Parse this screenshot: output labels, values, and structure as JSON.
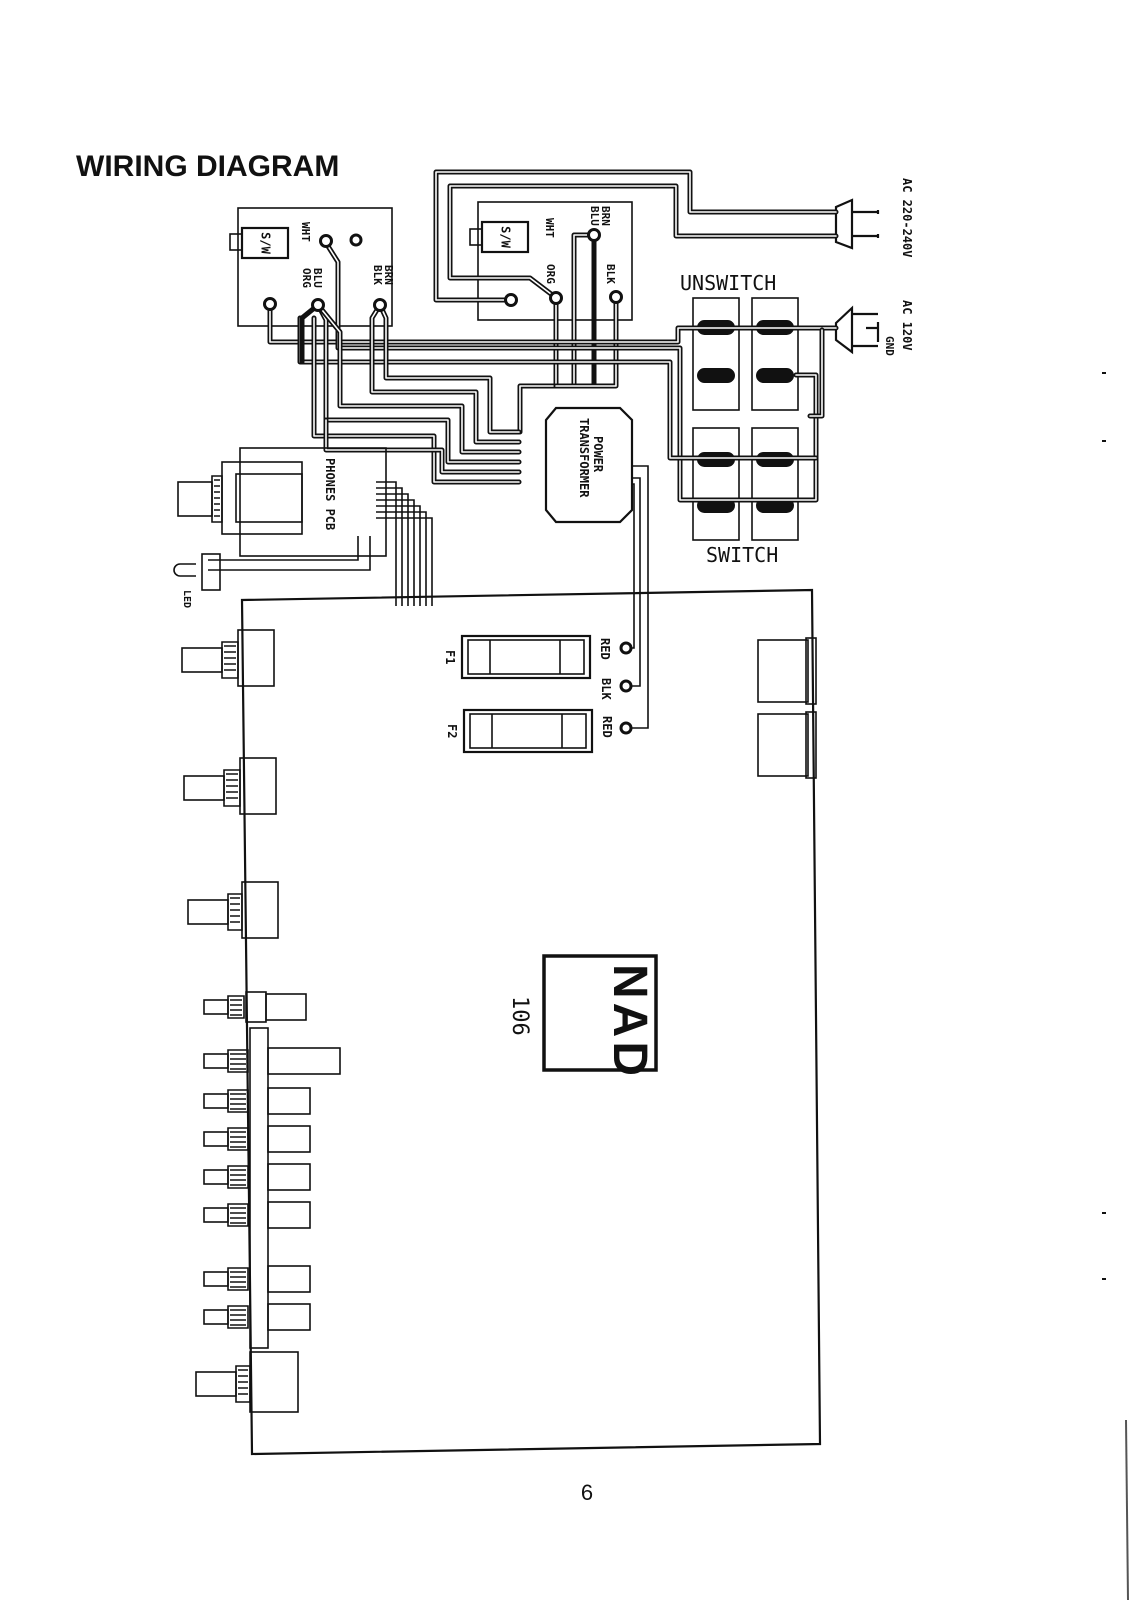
{
  "page": {
    "title": "WIRING DIAGRAM",
    "page_number": "6"
  },
  "switches": {
    "left": {
      "label": "S/W",
      "wires": [
        "WHT",
        "ORG",
        "BLU",
        "BLK",
        "BRN"
      ]
    },
    "right": {
      "label": "S/W",
      "wires": [
        "WHT",
        "BRN",
        "BLU",
        "ORG",
        "BLK"
      ]
    }
  },
  "power_connectors": {
    "ac_high": "AC 220-240V",
    "ac_low": "AC 120V",
    "gnd": "GND"
  },
  "terminal_blocks": {
    "unswitch_label": "UNSWITCH",
    "switch_label": "SWITCH"
  },
  "transformer": {
    "line1": "POWER",
    "line2": "TRANSFORMER"
  },
  "phones_pcb": {
    "label": "PHONES PCB",
    "led_label": "LED"
  },
  "fuses": [
    {
      "label": "F1"
    },
    {
      "label": "F2"
    }
  ],
  "transformer_leads": [
    "RED",
    "BLK",
    "RED"
  ],
  "main_board": {
    "brand": "NAD",
    "model": "106"
  }
}
